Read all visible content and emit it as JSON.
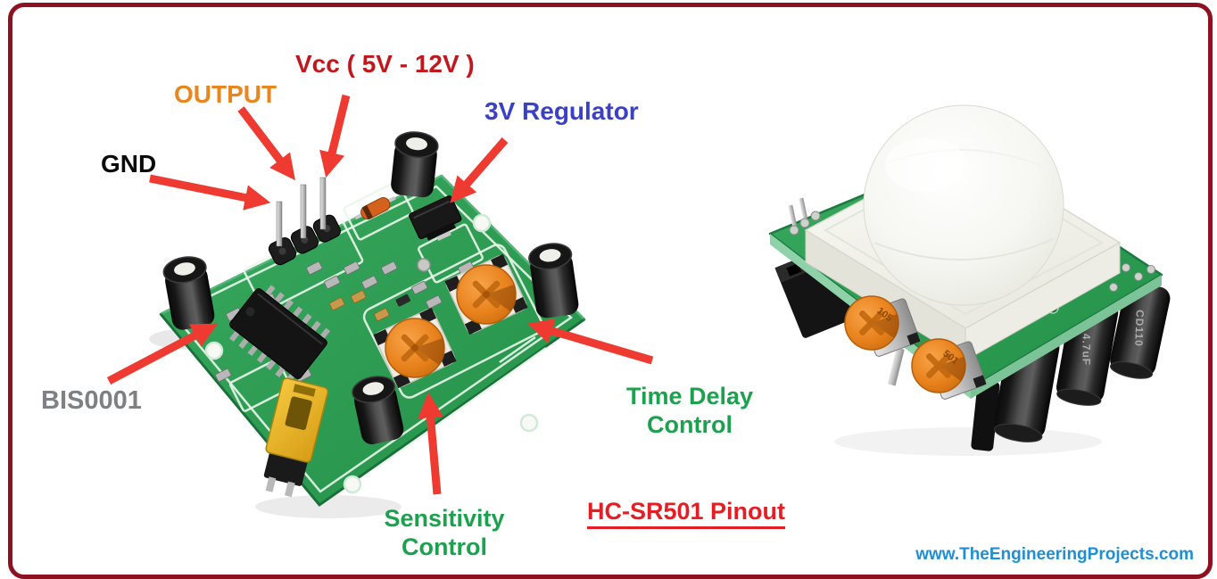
{
  "title": {
    "text": "HC-SR501 Pinout",
    "color": "#E51E25"
  },
  "watermark": {
    "text": "www.TheEngineeringProjects.com",
    "color": "#1F8FD5"
  },
  "colors": {
    "border": "#8E1122",
    "arrow": "#EE3A30",
    "pcb_green": "#2E9C52"
  },
  "labels": {
    "gnd": {
      "text": "GND",
      "color": "#0A0A0A"
    },
    "output": {
      "text": "OUTPUT",
      "color": "#E8861F"
    },
    "vcc": {
      "text": "Vcc ( 5V - 12V )",
      "color": "#C2181D"
    },
    "regulator": {
      "text": "3V Regulator",
      "color": "#3A41C5"
    },
    "bis0001": {
      "text": "BIS0001",
      "color": "#7E8082"
    },
    "sensitivity": {
      "line1": "Sensitivity",
      "line2": "Control",
      "color": "#1CA24E"
    },
    "time_delay": {
      "line1": "Time Delay",
      "line2": "Control",
      "color": "#1CA24E"
    }
  },
  "component_markings": {
    "pot_sensitivity": "105",
    "pot_time_delay": "501",
    "capacitor_value": "4.7uF",
    "capacitor_series": "CD110"
  }
}
